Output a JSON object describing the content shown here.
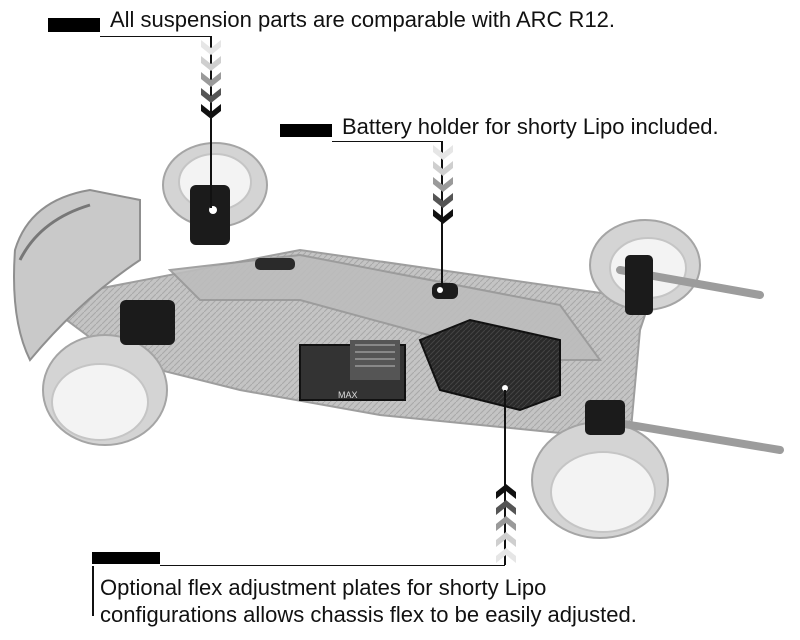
{
  "callouts": {
    "suspension": "All suspension parts are comparable with ARC R12.",
    "battery": "Battery holder for shorty Lipo included.",
    "flex_line1": "Optional flex adjustment plates for shorty Lipo",
    "flex_line2": "configurations allows chassis flex to be easily adjusted."
  },
  "esc_label": "MAX",
  "colors": {
    "chassis": "#b9b9b9",
    "chassis_dark": "#8f8f8f",
    "tire": "#d6d6d6",
    "wheel": "#f2f2f2",
    "carbon": "#2a2a2a",
    "arrow_light": "#e6e6e6",
    "arrow_mid": "#9a9a9a",
    "arrow_dark": "#111111"
  }
}
